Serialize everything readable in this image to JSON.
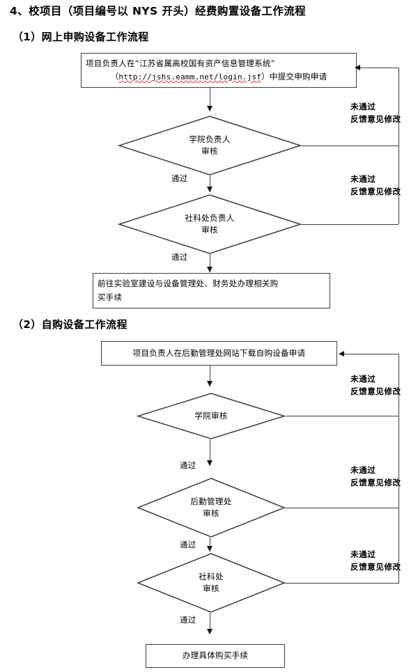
{
  "document": {
    "heading": "4、校项目（项目编号以 NYS 开头）经费购置设备工作流程"
  },
  "sections": [
    {
      "id": "online-purchase",
      "subheading": "（1）网上申购设备工作流程",
      "start_node": {
        "line1": "项目负责人在“江苏省属高校国有资产信息管理系统”",
        "line2_prefix": "（",
        "line2_url": "http://jshs.eamm.net/login.jsf",
        "line2_suffix": "）中提交申购申请"
      },
      "decisions": [
        {
          "line1": "学院负责人",
          "line2": "审核"
        },
        {
          "line1": "社科处负责人",
          "line2": "审核"
        }
      ],
      "end_node": {
        "line1": "前往实验室建设与设备管理处、财务处办理相关购",
        "line2": "买手续"
      },
      "pass_labels": [
        "通过",
        "通过"
      ],
      "reject_labels": [
        {
          "line1": "未通过",
          "line2": "反馈意见修改"
        },
        {
          "line1": "未通过",
          "line2": "反馈意见修改"
        }
      ]
    },
    {
      "id": "self-purchase",
      "subheading": "（2）自购设备工作流程",
      "start_node": {
        "line1": "项目负责人在后勤管理处网站下载自购设备申请"
      },
      "decisions": [
        {
          "line1": "学院审核",
          "line2": ""
        },
        {
          "line1": "后勤管理处",
          "line2": "审核"
        },
        {
          "line1": "社科处",
          "line2": "审核"
        }
      ],
      "end_node": {
        "line1": "办理具体购买手续"
      },
      "pass_labels": [
        "通过",
        "通过",
        "通过"
      ],
      "reject_labels": [
        {
          "line1": "未通过",
          "line2": "反馈意见修改"
        },
        {
          "line1": "未通过",
          "line2": "反馈意见修改"
        },
        {
          "line1": "未通过",
          "line2": "反馈意见修改"
        }
      ]
    }
  ],
  "style": {
    "line_color": "#3d3d3d",
    "text_color": "#000000",
    "spellcheck_underline_color": "#e03030",
    "background": "#ffffff"
  }
}
